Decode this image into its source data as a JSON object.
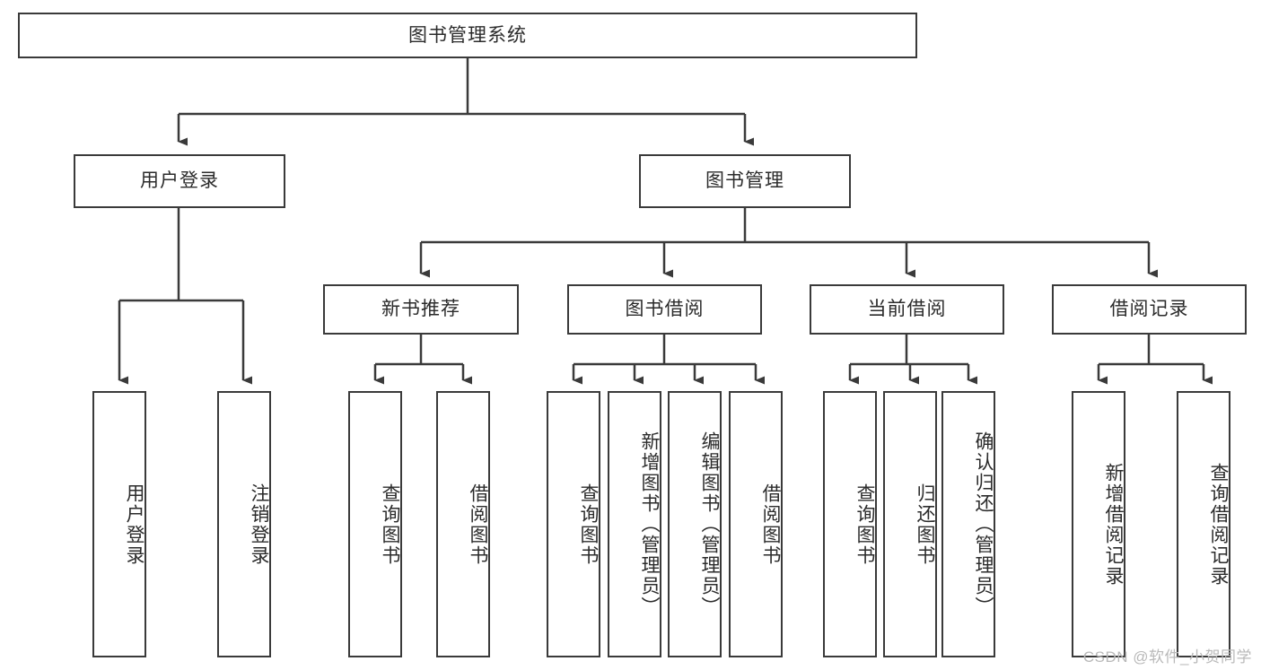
{
  "diagram": {
    "title": "图书管理系统",
    "type": "tree",
    "watermark": "CSDN @软件_小贺同学",
    "colors": {
      "stroke": "#3a3a3a",
      "fill": "#ffffff",
      "text": "#2b2b2b",
      "watermark": "#b9b9b9"
    },
    "nodes": {
      "root": {
        "label": "图书管理系统",
        "level": 1,
        "orientation": "horizontal"
      },
      "l2": [
        {
          "label": "用户登录",
          "orientation": "horizontal"
        },
        {
          "label": "图书管理",
          "orientation": "horizontal"
        }
      ],
      "l3": [
        {
          "label": "新书推荐",
          "orientation": "horizontal"
        },
        {
          "label": "图书借阅",
          "orientation": "horizontal"
        },
        {
          "label": "当前借阅",
          "orientation": "horizontal"
        },
        {
          "label": "借阅记录",
          "orientation": "horizontal"
        }
      ],
      "leaves_user_login": [
        {
          "label": "用户登录",
          "orientation": "vertical"
        },
        {
          "label": "注销登录",
          "orientation": "vertical"
        }
      ],
      "leaves_new_book": [
        {
          "label": "查询图书",
          "orientation": "vertical"
        },
        {
          "label": "借阅图书",
          "orientation": "vertical"
        }
      ],
      "leaves_borrow": [
        {
          "label": "查询图书",
          "orientation": "vertical"
        },
        {
          "label": "新增图书（管理员）",
          "orientation": "vertical"
        },
        {
          "label": "编辑图书（管理员）",
          "orientation": "vertical"
        },
        {
          "label": "借阅图书",
          "orientation": "vertical"
        }
      ],
      "leaves_current": [
        {
          "label": "查询图书",
          "orientation": "vertical"
        },
        {
          "label": "归还图书",
          "orientation": "vertical"
        },
        {
          "label": "确认归还（管理员）",
          "orientation": "vertical"
        }
      ],
      "leaves_records": [
        {
          "label": "新增借阅记录",
          "orientation": "vertical"
        },
        {
          "label": "查询借阅记录",
          "orientation": "vertical"
        }
      ]
    }
  }
}
